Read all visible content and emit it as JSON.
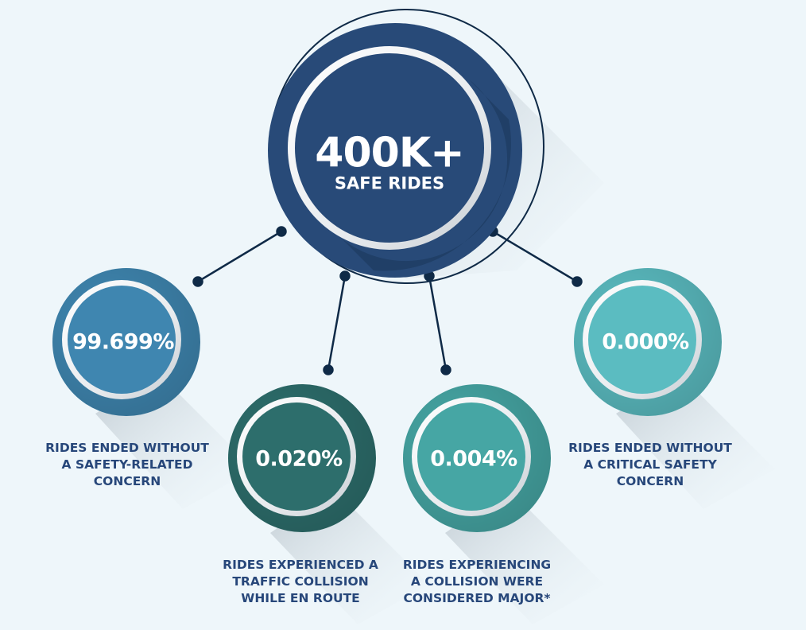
{
  "hub": {
    "value": "400K+",
    "label": "SAFE RIDES",
    "color": "#284a78"
  },
  "stats": [
    {
      "value": "99.699%",
      "caption_lines": [
        "RIDES ENDED WITHOUT",
        "A SAFETY-RELATED",
        "CONCERN"
      ],
      "color": "#3f86b0"
    },
    {
      "value": "0.020%",
      "caption_lines": [
        "RIDES EXPERIENCED A",
        "TRAFFIC COLLISION",
        "WHILE EN ROUTE"
      ],
      "color": "#2d6e6c"
    },
    {
      "value": "0.004%",
      "caption_lines": [
        "RIDES EXPERIENCING",
        "A COLLISION WERE",
        "CONSIDERED MAJOR*"
      ],
      "color": "#46a6a4"
    },
    {
      "value": "0.000%",
      "caption_lines": [
        "RIDES ENDED WITHOUT",
        "A CRITICAL SAFETY",
        "CONCERN"
      ],
      "color": "#5bbcc1"
    }
  ],
  "colors": {
    "background": "#eef6fa",
    "connector": "#0f2a47",
    "caption_text": "#27477a",
    "ring_white": "#f4f6f8"
  }
}
